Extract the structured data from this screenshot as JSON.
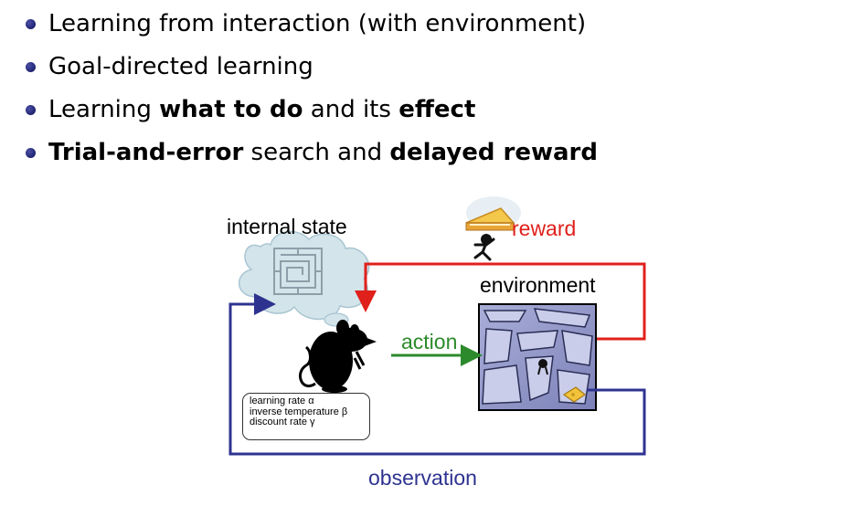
{
  "bullets": [
    {
      "parts": [
        {
          "text": "Learning from interaction (with environment)",
          "bold": false
        }
      ]
    },
    {
      "parts": [
        {
          "text": "Goal-directed learning",
          "bold": false
        }
      ]
    },
    {
      "parts": [
        {
          "text": "Learning ",
          "bold": false
        },
        {
          "text": "what to do",
          "bold": true
        },
        {
          "text": " and its ",
          "bold": false
        },
        {
          "text": "effect",
          "bold": true
        }
      ]
    },
    {
      "parts": [
        {
          "text": "Trial-and-error",
          "bold": true
        },
        {
          "text": " search and ",
          "bold": false
        },
        {
          "text": "delayed reward",
          "bold": true
        }
      ]
    }
  ],
  "diagram": {
    "internal_state_label": "internal state",
    "reward_label": "reward",
    "environment_label": "environment",
    "action_label": "action",
    "observation_label": "observation",
    "agent_params": [
      "learning rate α",
      "inverse temperature β",
      "discount rate γ"
    ],
    "colors": {
      "reward": "#e0201b",
      "action": "#2c8a2c",
      "observation": "#2e3390",
      "cloud": "#d3e4ea"
    },
    "icons": [
      "thought-cloud-icon",
      "maze-icon",
      "rat-icon",
      "pie-runner-icon",
      "cheese-icon"
    ]
  }
}
